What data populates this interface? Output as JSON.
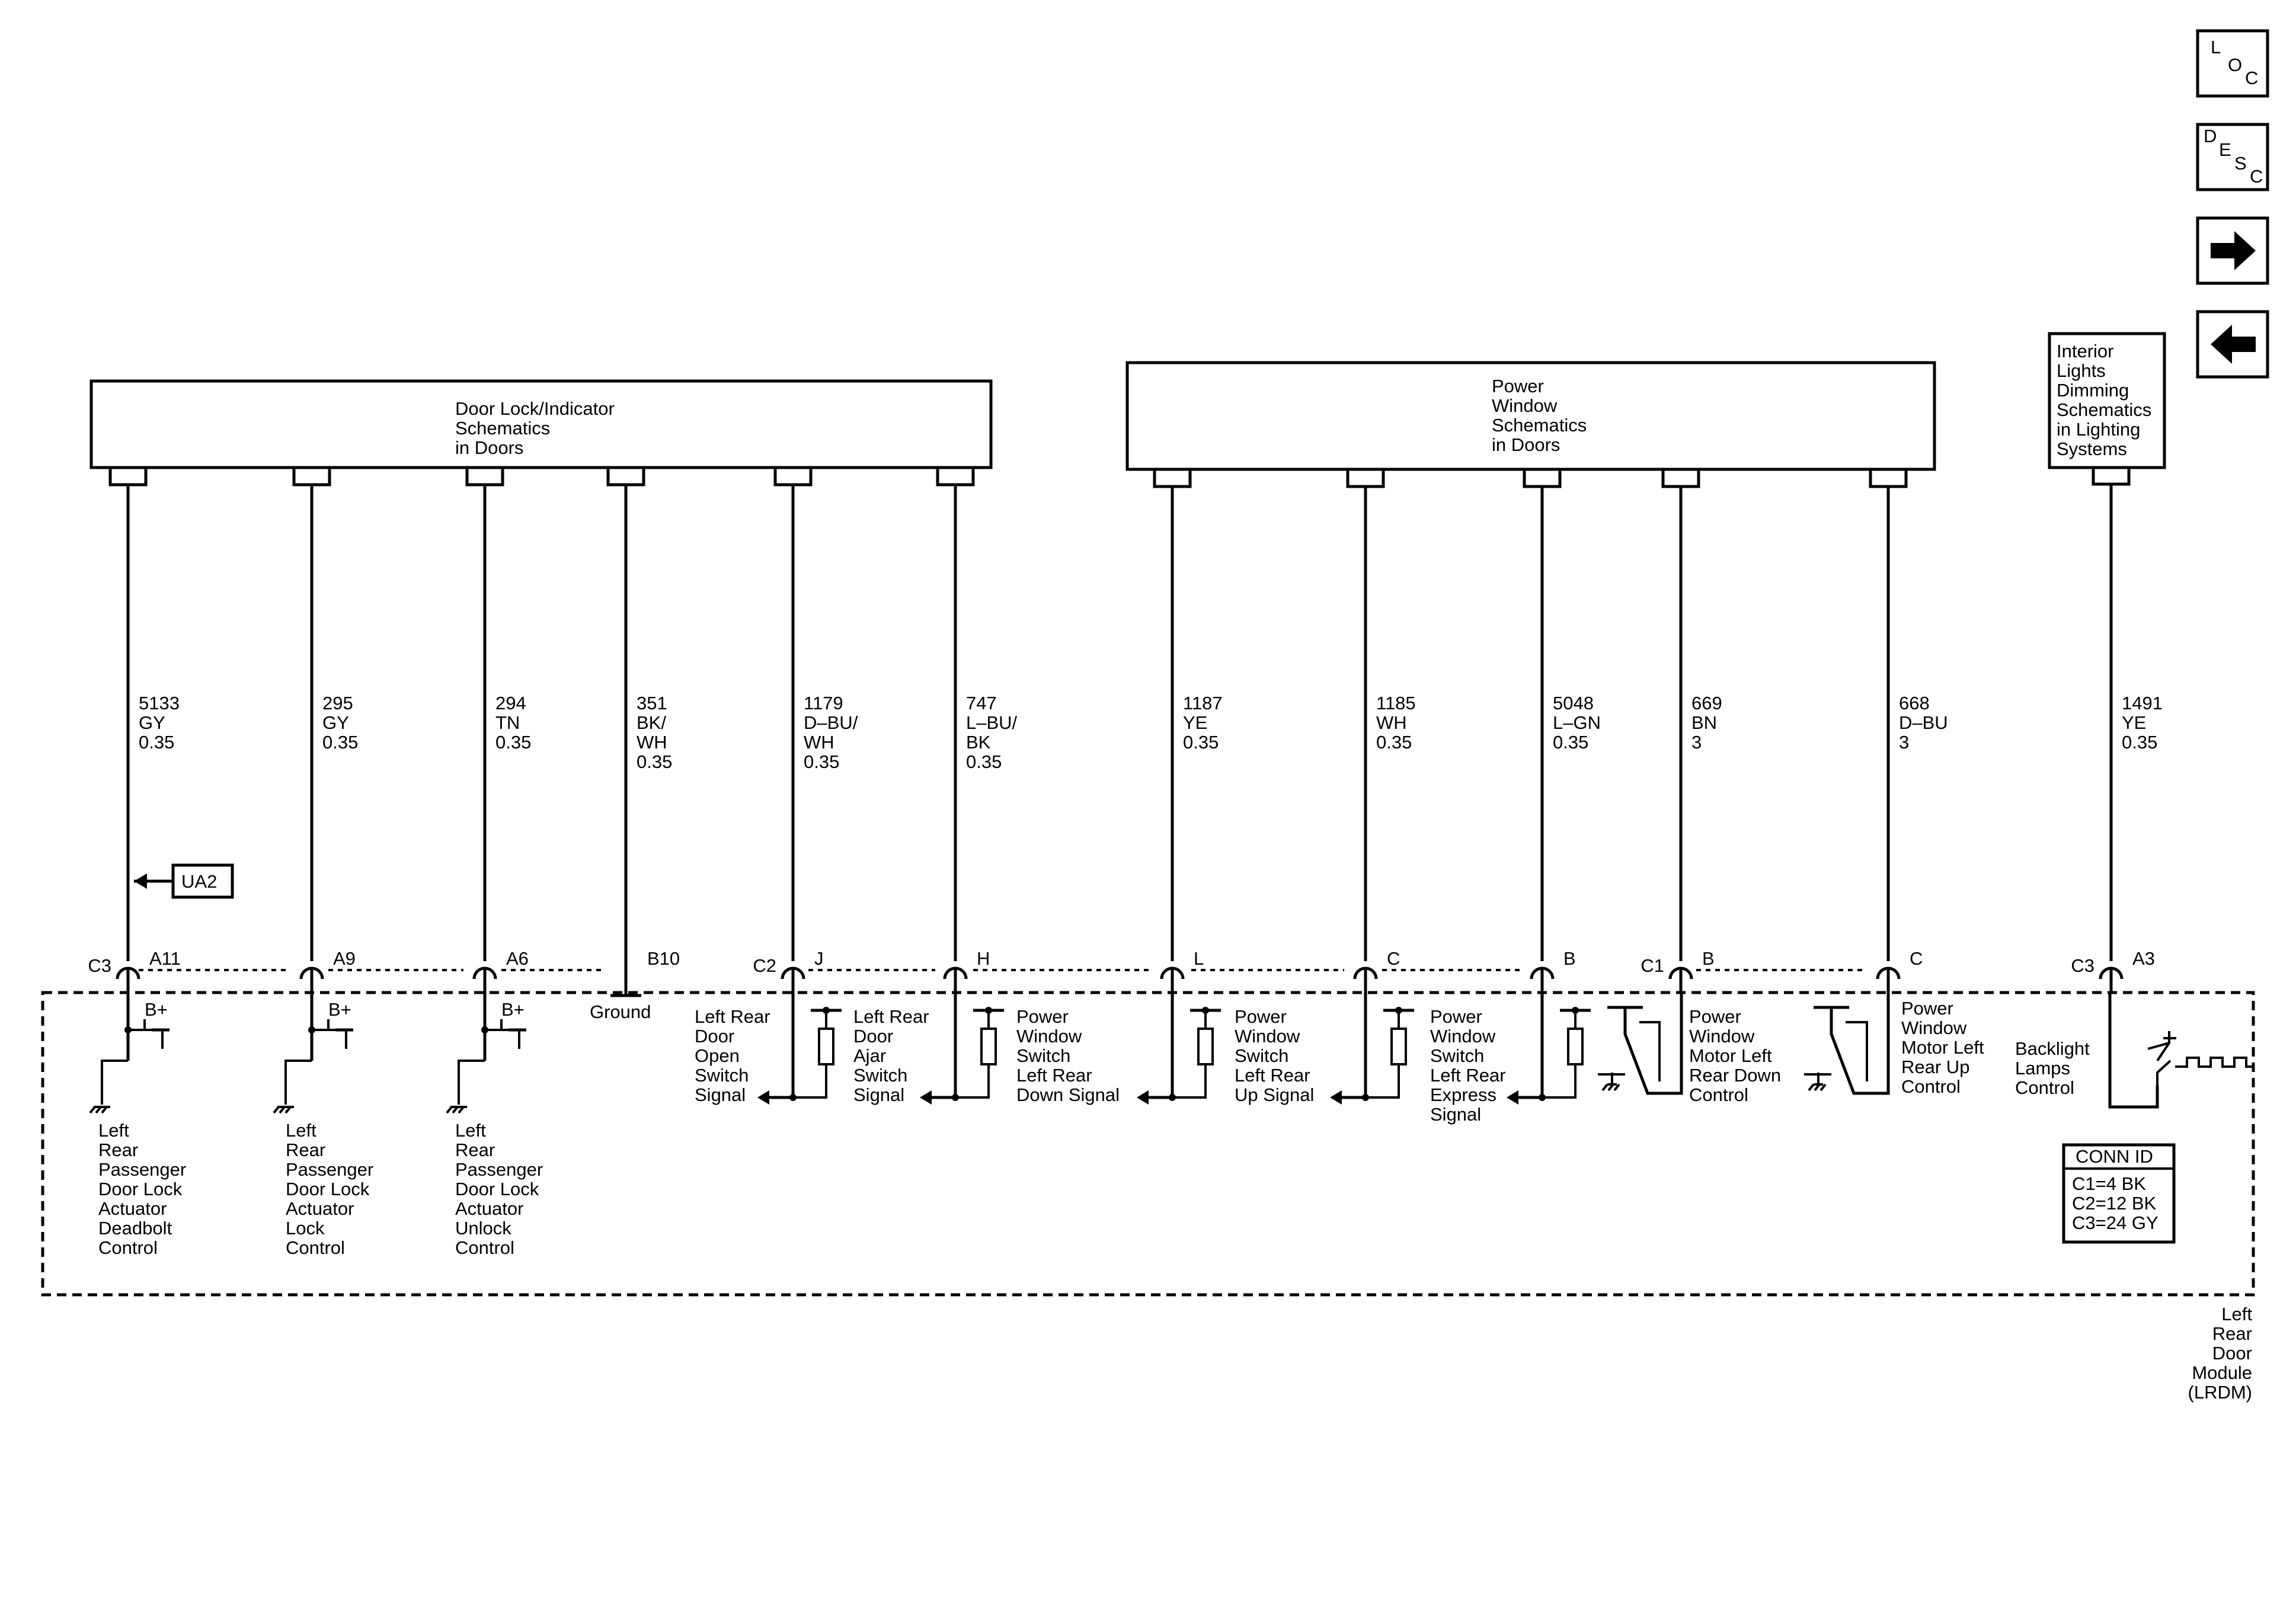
{
  "nav": {
    "loc": [
      "L",
      "O",
      "C"
    ],
    "desc": [
      "D",
      "E",
      "S",
      "C"
    ],
    "next_icon": "arrow-right-icon",
    "prev_icon": "arrow-left-icon"
  },
  "ref_boxes": {
    "door_lock": [
      "Door Lock/Indicator",
      "Schematics",
      "in Doors"
    ],
    "power_window": [
      "Power",
      "Window",
      "Schematics",
      "in Doors"
    ],
    "interior_lights": [
      "Interior",
      "Lights",
      "Dimming",
      "Schematics",
      "in Lighting",
      "Systems"
    ]
  },
  "wires": [
    {
      "circuit": "5133",
      "color": "GY",
      "size": "0.35",
      "conn": "C3",
      "pin": "A11"
    },
    {
      "circuit": "295",
      "color": "GY",
      "size": "0.35",
      "conn": "",
      "pin": "A9"
    },
    {
      "circuit": "294",
      "color": "TN",
      "size": "0.35",
      "conn": "",
      "pin": "A6"
    },
    {
      "circuit": "351",
      "color": [
        "BK/",
        "WH"
      ],
      "size": "0.35",
      "conn": "",
      "pin": "B10"
    },
    {
      "circuit": "1179",
      "color": [
        "D–BU/",
        "WH"
      ],
      "size": "0.35",
      "conn": "C2",
      "pin": "J"
    },
    {
      "circuit": "747",
      "color": [
        "L–BU/",
        "BK"
      ],
      "size": "0.35",
      "conn": "",
      "pin": "H"
    },
    {
      "circuit": "1187",
      "color": "YE",
      "size": "0.35",
      "conn": "",
      "pin": "L"
    },
    {
      "circuit": "1185",
      "color": "WH",
      "size": "0.35",
      "conn": "",
      "pin": "C"
    },
    {
      "circuit": "5048",
      "color": "L–GN",
      "size": "0.35",
      "conn": "",
      "pin": "B"
    },
    {
      "circuit": "669",
      "color": "BN",
      "size": "3",
      "conn": "C1",
      "pin": "B"
    },
    {
      "circuit": "668",
      "color": "D–BU",
      "size": "3",
      "conn": "",
      "pin": "C"
    },
    {
      "circuit": "1491",
      "color": "YE",
      "size": "0.35",
      "conn": "C3",
      "pin": "A3"
    }
  ],
  "ua2": "UA2",
  "bplus": "B+",
  "ground_label": "Ground",
  "functions": {
    "deadbolt": [
      "Left",
      "Rear",
      "Passenger",
      "Door Lock",
      "Actuator",
      "Deadbolt",
      "Control"
    ],
    "lock": [
      "Left",
      "Rear",
      "Passenger",
      "Door Lock",
      "Actuator",
      "Lock",
      "Control"
    ],
    "unlock": [
      "Left",
      "Rear",
      "Passenger",
      "Door Lock",
      "Actuator",
      "Unlock",
      "Control"
    ],
    "door_open": [
      "Left Rear",
      "Door",
      "Open",
      "Switch",
      "Signal"
    ],
    "door_ajar": [
      "Left Rear",
      "Door",
      "Ajar",
      "Switch",
      "Signal"
    ],
    "pw_down": [
      "Power",
      "Window",
      "Switch",
      "Left Rear",
      "Down Signal"
    ],
    "pw_up": [
      "Power",
      "Window",
      "Switch",
      "Left Rear",
      "Up Signal"
    ],
    "pw_express": [
      "Power",
      "Window",
      "Switch",
      "Left Rear",
      "Express",
      "Signal"
    ],
    "motor_down": [
      "Power",
      "Window",
      "Motor Left",
      "Rear Down",
      "Control"
    ],
    "motor_up": [
      "Power",
      "Window",
      "Motor Left",
      "Rear Up",
      "Control"
    ],
    "backlight": [
      "Backlight",
      "Lamps",
      "Control"
    ]
  },
  "conn_id": {
    "title": "CONN ID",
    "lines": [
      "C1=4 BK",
      "C2=12 BK",
      "C3=24 GY"
    ]
  },
  "module": [
    "Left",
    "Rear",
    "Door",
    "Module",
    "(LRDM)"
  ]
}
